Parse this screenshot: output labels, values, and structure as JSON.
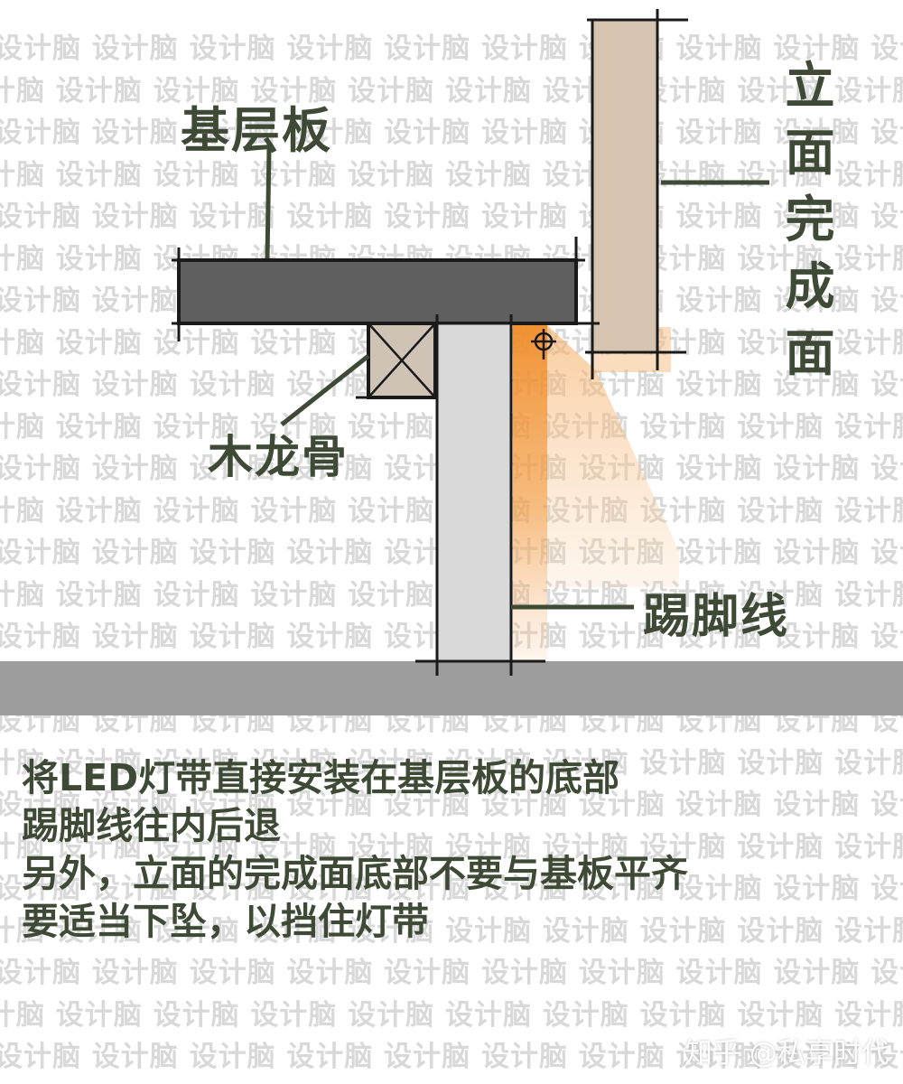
{
  "watermark_text": "设计脑",
  "labels": {
    "base_board": "基层板",
    "wood_keel": "木龙骨",
    "skirting": "踢脚线",
    "facade_finish": "立面完成面"
  },
  "caption": [
    "将LED灯带直接安装在基层板的底部",
    "踢脚线往内后退",
    "另外，立面的完成面底部不要与基板平齐",
    "要适当下坠，以挡住灯带"
  ],
  "credit": "知乎 @私享时代",
  "colors": {
    "label_text": "#3e4a35",
    "base_board": "#5f5f5f",
    "facade_panel": "#d6c4b0",
    "wood_keel": "#cfc3b6",
    "skirting_board": "#d9d9d9",
    "floor": "#9d9d9d",
    "led_glow": "#f08c28",
    "watermark": "#d9d9d9"
  }
}
